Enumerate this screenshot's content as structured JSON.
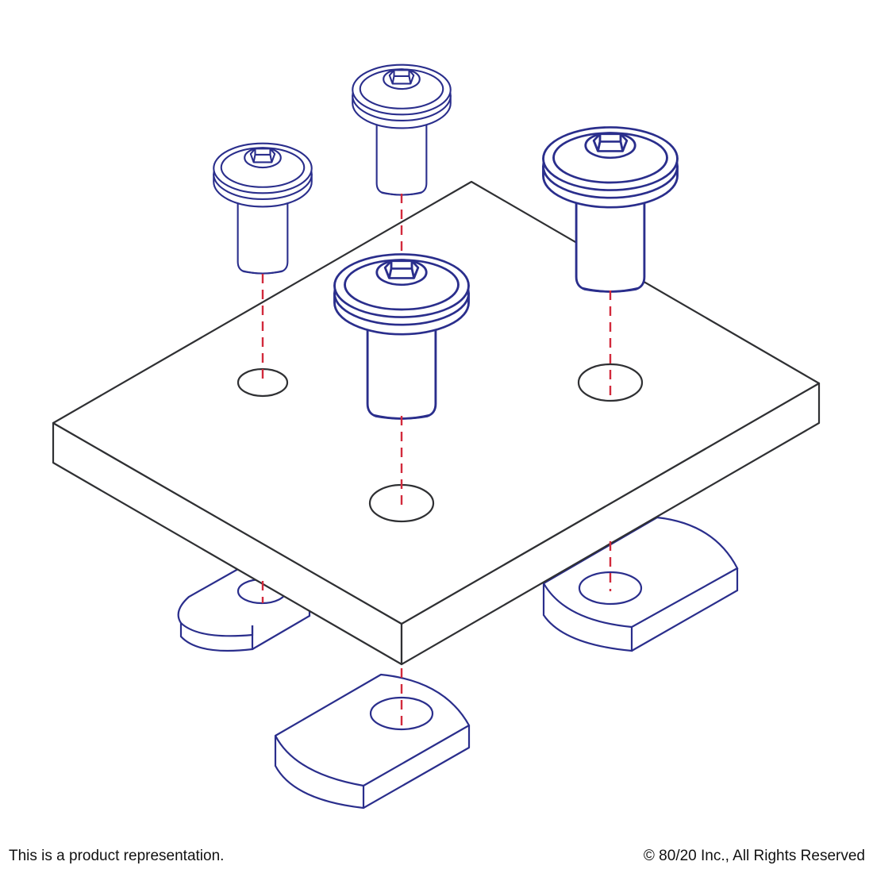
{
  "footer": {
    "disclaimer": "This is a product representation.",
    "copyright": "© 80/20 Inc., All Rights Reserved"
  },
  "colors": {
    "plate": "#2f3033",
    "hardware": "#2a2e8c",
    "axis": "#d22a3c",
    "background": "#ffffff"
  },
  "diagram": {
    "parts": [
      {
        "name": "mounting-plate",
        "count": 1
      },
      {
        "name": "button-head-socket-cap-screw",
        "count": 4
      },
      {
        "name": "drop-in-t-nut",
        "count": 4
      },
      {
        "name": "plate-hole",
        "count": 4
      }
    ]
  }
}
